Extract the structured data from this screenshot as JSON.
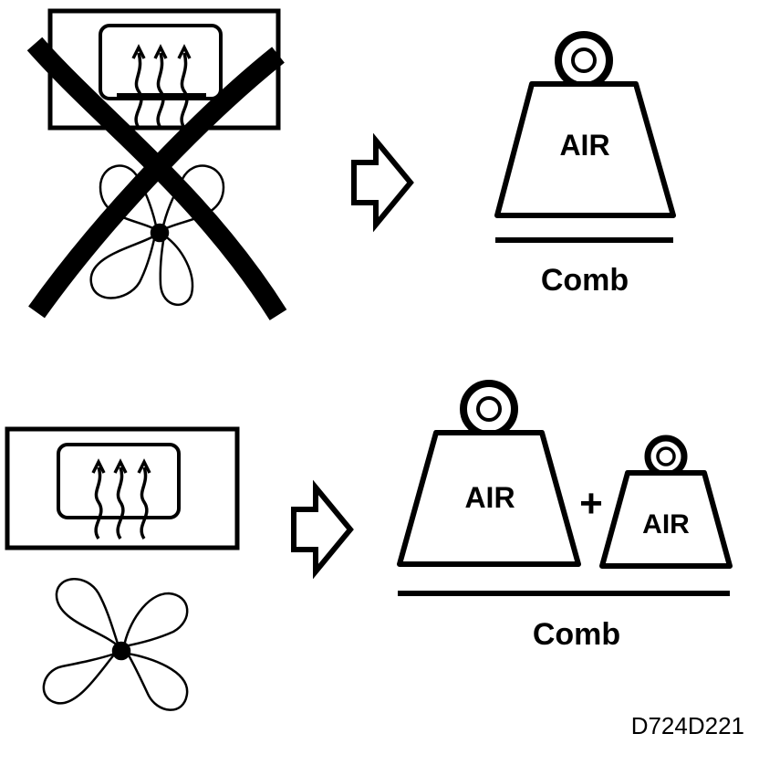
{
  "top_row": {
    "weight_label": "AIR",
    "plate_label": "Comb"
  },
  "bottom_row": {
    "weight_left_label": "AIR",
    "plus_sign": "+",
    "weight_right_label": "AIR",
    "plate_label": "Comb"
  },
  "figure_code": "D724D221",
  "colors": {
    "ink": "#000000",
    "background": "#ffffff"
  },
  "icons": [
    "heater-icon",
    "fan-icon",
    "cross-out-icon",
    "arrow-right-icon",
    "weight-icon"
  ]
}
